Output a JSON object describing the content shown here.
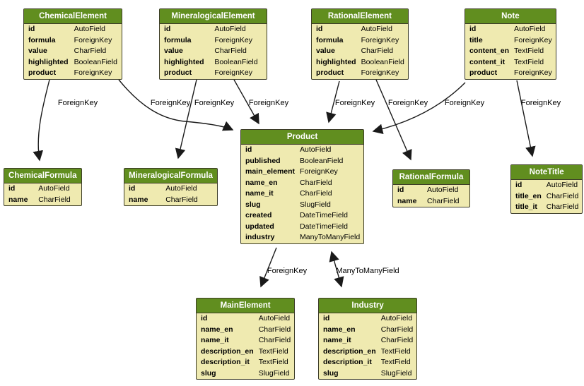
{
  "diagram": {
    "title": "Django model relationship diagram",
    "colors": {
      "header_bg": "#618e1f",
      "header_text": "#ffffff",
      "body_bg": "#efeab0",
      "border": "#3c3c28",
      "edge": "#1a1a1a",
      "page_bg": "#ffffff"
    },
    "entities": [
      {
        "name": "ChemicalElement",
        "fields": [
          {
            "name": "id",
            "type": "AutoField"
          },
          {
            "name": "formula",
            "type": "ForeignKey"
          },
          {
            "name": "value",
            "type": "CharField"
          },
          {
            "name": "highlighted",
            "type": "BooleanField"
          },
          {
            "name": "product",
            "type": "ForeignKey"
          }
        ]
      },
      {
        "name": "MineralogicalElement",
        "fields": [
          {
            "name": "id",
            "type": "AutoField"
          },
          {
            "name": "formula",
            "type": "ForeignKey"
          },
          {
            "name": "value",
            "type": "CharField"
          },
          {
            "name": "highlighted",
            "type": "BooleanField"
          },
          {
            "name": "product",
            "type": "ForeignKey"
          }
        ]
      },
      {
        "name": "RationalElement",
        "fields": [
          {
            "name": "id",
            "type": "AutoField"
          },
          {
            "name": "formula",
            "type": "ForeignKey"
          },
          {
            "name": "value",
            "type": "CharField"
          },
          {
            "name": "highlighted",
            "type": "BooleanField"
          },
          {
            "name": "product",
            "type": "ForeignKey"
          }
        ]
      },
      {
        "name": "Note",
        "fields": [
          {
            "name": "id",
            "type": "AutoField"
          },
          {
            "name": "title",
            "type": "ForeignKey"
          },
          {
            "name": "content_en",
            "type": "TextField"
          },
          {
            "name": "content_it",
            "type": "TextField"
          },
          {
            "name": "product",
            "type": "ForeignKey"
          }
        ]
      },
      {
        "name": "Product",
        "fields": [
          {
            "name": "id",
            "type": "AutoField"
          },
          {
            "name": "published",
            "type": "BooleanField"
          },
          {
            "name": "main_element",
            "type": "ForeignKey"
          },
          {
            "name": "name_en",
            "type": "CharField"
          },
          {
            "name": "name_it",
            "type": "CharField"
          },
          {
            "name": "slug",
            "type": "SlugField"
          },
          {
            "name": "created",
            "type": "DateTimeField"
          },
          {
            "name": "updated",
            "type": "DateTimeField"
          },
          {
            "name": "industry",
            "type": "ManyToManyField"
          }
        ]
      },
      {
        "name": "ChemicalFormula",
        "fields": [
          {
            "name": "id",
            "type": "AutoField"
          },
          {
            "name": "name",
            "type": "CharField"
          }
        ]
      },
      {
        "name": "MineralogicalFormula",
        "fields": [
          {
            "name": "id",
            "type": "AutoField"
          },
          {
            "name": "name",
            "type": "CharField"
          }
        ]
      },
      {
        "name": "RationalFormula",
        "fields": [
          {
            "name": "id",
            "type": "AutoField"
          },
          {
            "name": "name",
            "type": "CharField"
          }
        ]
      },
      {
        "name": "NoteTitle",
        "fields": [
          {
            "name": "id",
            "type": "AutoField"
          },
          {
            "name": "title_en",
            "type": "CharField"
          },
          {
            "name": "title_it",
            "type": "CharField"
          }
        ]
      },
      {
        "name": "MainElement",
        "fields": [
          {
            "name": "id",
            "type": "AutoField"
          },
          {
            "name": "name_en",
            "type": "CharField"
          },
          {
            "name": "name_it",
            "type": "CharField"
          },
          {
            "name": "description_en",
            "type": "TextField"
          },
          {
            "name": "description_it",
            "type": "TextField"
          },
          {
            "name": "slug",
            "type": "SlugField"
          }
        ]
      },
      {
        "name": "Industry",
        "fields": [
          {
            "name": "id",
            "type": "AutoField"
          },
          {
            "name": "name_en",
            "type": "CharField"
          },
          {
            "name": "name_it",
            "type": "CharField"
          },
          {
            "name": "description_en",
            "type": "TextField"
          },
          {
            "name": "description_it",
            "type": "TextField"
          },
          {
            "name": "slug",
            "type": "SlugField"
          }
        ]
      }
    ],
    "edges": [
      {
        "from": "ChemicalElement.formula",
        "to": "ChemicalFormula",
        "label": "ForeignKey"
      },
      {
        "from": "ChemicalElement.product",
        "to": "Product",
        "label": "ForeignKey"
      },
      {
        "from": "MineralogicalElement.formula",
        "to": "MineralogicalFormula",
        "label": "ForeignKey"
      },
      {
        "from": "MineralogicalElement.product",
        "to": "Product",
        "label": "ForeignKey"
      },
      {
        "from": "RationalElement.product",
        "to": "Product",
        "label": "ForeignKey"
      },
      {
        "from": "RationalElement.formula",
        "to": "RationalFormula",
        "label": "ForeignKey"
      },
      {
        "from": "Note.product",
        "to": "Product",
        "label": "ForeignKey"
      },
      {
        "from": "Note.title",
        "to": "NoteTitle",
        "label": "ForeignKey"
      },
      {
        "from": "Product.main_element",
        "to": "MainElement",
        "label": "ForeignKey"
      },
      {
        "from": "Product.industry",
        "to": "Industry",
        "label": "ManyToManyField",
        "bidirectional": true
      }
    ]
  }
}
